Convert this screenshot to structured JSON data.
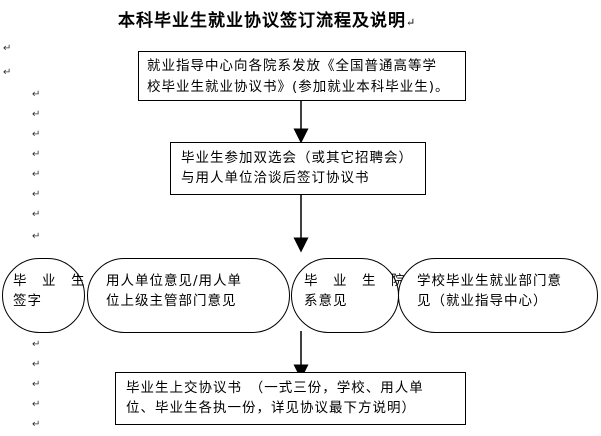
{
  "title": "本科毕业生就业协议签订流程及说明",
  "paragraph_mark": "↵",
  "boxes": {
    "step1": {
      "line1": "就业指导中心向各院系发放《全国普通高等学",
      "line2": "校毕业生就业协议书》(参加就业本科毕业生)。"
    },
    "step2": {
      "line1": "毕业生参加双选会（或其它招聘会）",
      "line2": "与用人单位洽谈后签订协议书"
    },
    "sign_student": {
      "line1": "毕　业　生",
      "line2": "签字"
    },
    "sign_employer": {
      "line1": "用人单位意见/用人单",
      "line2": "位上级主管部门意见"
    },
    "sign_department": {
      "line1": "毕　业　生　院",
      "line2": "系意见"
    },
    "sign_school": {
      "line1": "学校毕业生就业部门意",
      "line2": "见（就业指导中心）"
    },
    "step4": {
      "line1": "毕业生上交协议书　（一式三份，学校、用人单",
      "line2": "位、毕业生各执一份，详见协议最下方说明）"
    }
  }
}
